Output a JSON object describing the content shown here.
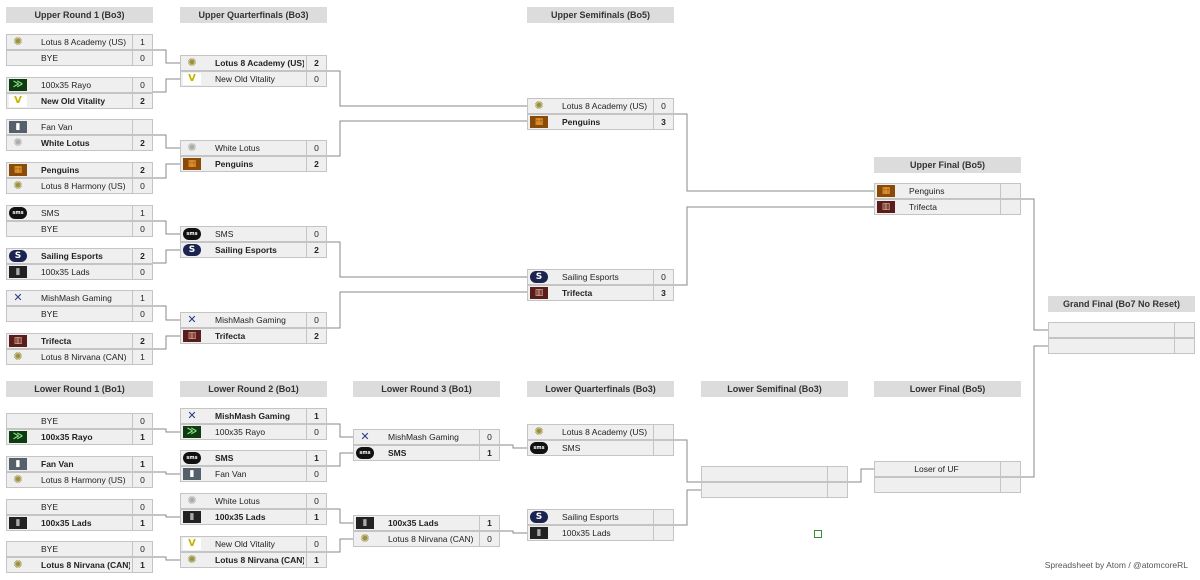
{
  "headers": {
    "ur1": "Upper Round 1 (Bo3)",
    "uqf": "Upper Quarterfinals (Bo3)",
    "usf": "Upper Semifinals (Bo5)",
    "uf": "Upper Final (Bo5)",
    "gf": "Grand Final (Bo7 No Reset)",
    "lr1": "Lower Round 1 (Bo1)",
    "lr2": "Lower Round 2 (Bo1)",
    "lr3": "Lower Round 3 (Bo1)",
    "lqf": "Lower Quarterfinals (Bo3)",
    "lsf": "Lower Semifinal (Bo3)",
    "lf": "Lower Final (Bo5)"
  },
  "ur1": [
    {
      "a": {
        "name": "Lotus 8 Academy (US)",
        "score": "1",
        "logo": "lotus-icon"
      },
      "b": {
        "name": "BYE",
        "score": "0"
      }
    },
    {
      "a": {
        "name": "100x35 Rayo",
        "score": "0",
        "logo": "rayo-icon"
      },
      "b": {
        "name": "New Old Vitality",
        "score": "2",
        "logo": "vitality-icon"
      }
    },
    {
      "a": {
        "name": "Fan Van",
        "score": "",
        "logo": "fan-van-icon"
      },
      "b": {
        "name": "White Lotus",
        "score": "2",
        "logo": "white-lotus-icon"
      }
    },
    {
      "a": {
        "name": "Penguins",
        "score": "2",
        "logo": "penguins-icon"
      },
      "b": {
        "name": "Lotus 8 Harmony (US)",
        "score": "0",
        "logo": "lotus-icon"
      }
    },
    {
      "a": {
        "name": "SMS",
        "score": "1",
        "logo": "sms-icon"
      },
      "b": {
        "name": "BYE",
        "score": "0"
      }
    },
    {
      "a": {
        "name": "Sailing Esports",
        "score": "2",
        "logo": "sailing-icon"
      },
      "b": {
        "name": "100x35 Lads",
        "score": "0",
        "logo": "lads-icon"
      }
    },
    {
      "a": {
        "name": "MishMash Gaming",
        "score": "1",
        "logo": "mishmash-icon"
      },
      "b": {
        "name": "BYE",
        "score": "0"
      }
    },
    {
      "a": {
        "name": "Trifecta",
        "score": "2",
        "logo": "trifecta-icon"
      },
      "b": {
        "name": "Lotus 8 Nirvana (CAN)",
        "score": "1",
        "logo": "lotus-icon"
      }
    }
  ],
  "uqf": [
    {
      "a": {
        "name": "Lotus 8 Academy (US)",
        "score": "2"
      },
      "b": {
        "name": "New Old Vitality",
        "score": "0"
      }
    },
    {
      "a": {
        "name": "White Lotus",
        "score": "0"
      },
      "b": {
        "name": "Penguins",
        "score": "2"
      }
    },
    {
      "a": {
        "name": "SMS",
        "score": "0"
      },
      "b": {
        "name": "Sailing Esports",
        "score": "2"
      }
    },
    {
      "a": {
        "name": "MishMash Gaming",
        "score": "0"
      },
      "b": {
        "name": "Trifecta",
        "score": "2"
      }
    }
  ],
  "usf": [
    {
      "a": {
        "name": "Lotus 8 Academy (US)",
        "score": "0"
      },
      "b": {
        "name": "Penguins",
        "score": "3"
      }
    },
    {
      "a": {
        "name": "Sailing Esports",
        "score": "0"
      },
      "b": {
        "name": "Trifecta",
        "score": "3"
      }
    }
  ],
  "uf": {
    "a": {
      "name": "Penguins",
      "score": ""
    },
    "b": {
      "name": "Trifecta",
      "score": ""
    }
  },
  "gf": {
    "a": {
      "name": "",
      "score": ""
    },
    "b": {
      "name": "",
      "score": ""
    }
  },
  "lr1": [
    {
      "a": {
        "name": "BYE",
        "score": "0"
      },
      "b": {
        "name": "100x35 Rayo",
        "score": "1"
      }
    },
    {
      "a": {
        "name": "Fan Van",
        "score": "1"
      },
      "b": {
        "name": "Lotus 8 Harmony (US)",
        "score": "0"
      }
    },
    {
      "a": {
        "name": "BYE",
        "score": "0"
      },
      "b": {
        "name": "100x35 Lads",
        "score": "1"
      }
    },
    {
      "a": {
        "name": "BYE",
        "score": "0"
      },
      "b": {
        "name": "Lotus 8 Nirvana (CAN)",
        "score": "1"
      }
    }
  ],
  "lr2": [
    {
      "a": {
        "name": "MishMash Gaming",
        "score": "1"
      },
      "b": {
        "name": "100x35 Rayo",
        "score": "0"
      }
    },
    {
      "a": {
        "name": "SMS",
        "score": "1"
      },
      "b": {
        "name": "Fan Van",
        "score": "0"
      }
    },
    {
      "a": {
        "name": "White Lotus",
        "score": "0"
      },
      "b": {
        "name": "100x35 Lads",
        "score": "1"
      }
    },
    {
      "a": {
        "name": "New Old Vitality",
        "score": "0"
      },
      "b": {
        "name": "Lotus 8 Nirvana (CAN)",
        "score": "1"
      }
    }
  ],
  "lr3": [
    {
      "a": {
        "name": "MishMash Gaming",
        "score": "0"
      },
      "b": {
        "name": "SMS",
        "score": "1"
      }
    },
    {
      "a": {
        "name": "100x35 Lads",
        "score": "1"
      },
      "b": {
        "name": "Lotus 8 Nirvana (CAN)",
        "score": "0"
      }
    }
  ],
  "lqf": [
    {
      "a": {
        "name": "Lotus 8 Academy (US)",
        "score": ""
      },
      "b": {
        "name": "SMS",
        "score": ""
      }
    },
    {
      "a": {
        "name": "Sailing Esports",
        "score": ""
      },
      "b": {
        "name": "100x35 Lads",
        "score": ""
      }
    }
  ],
  "lsf": {
    "a": {
      "name": "",
      "score": ""
    },
    "b": {
      "name": "",
      "score": ""
    }
  },
  "lf": {
    "a": {
      "name": "Loser of UF",
      "score": ""
    },
    "b": {
      "name": "",
      "score": ""
    }
  },
  "credit": "Spreadsheet by Atom / @atomcoreRL",
  "colors": {
    "header_bg": "#dcdcdc",
    "cell_bg": "#efefef",
    "border": "#c4c4c4",
    "line": "#8a8a8a"
  }
}
